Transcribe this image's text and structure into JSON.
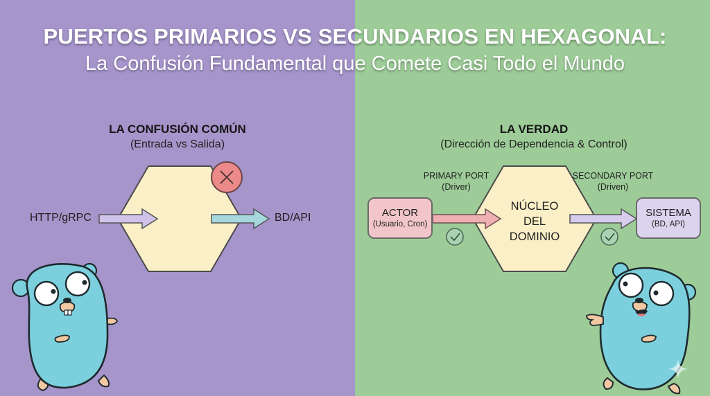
{
  "title": {
    "main": "PUERTOS PRIMARIOS VS SECUNDARIOS EN HEXAGONAL:",
    "sub": "La Confusión Fundamental que Comete Casi Todo el Mundo"
  },
  "colors": {
    "left_bg": "#a595cb",
    "right_bg": "#9dcc98",
    "hexagon_fill": "#fbefc7",
    "outline": "#4a4a4a",
    "error_circle": "#ec8a8a",
    "check_circle": "#a9d3b3",
    "arrow_purple": "#cfc3ea",
    "arrow_teal": "#a6d8de",
    "arrow_pink": "#efb0b4",
    "gopher_body": "#7ccfdd"
  },
  "left": {
    "heading": "LA CONFUSIÓN COMÚN",
    "subheading": "(Entrada vs Salida)",
    "input_label": "HTTP/gRPC",
    "output_label": "BD/API",
    "status_icon": "x-circle-icon"
  },
  "right": {
    "heading": "LA VERDAD",
    "subheading": "(Dirección de Dependencia & Control)",
    "primary_port": {
      "label": "PRIMARY PORT",
      "role": "(Driver)",
      "status_icon": "check-circle-icon"
    },
    "secondary_port": {
      "label": "SECONDARY PORT",
      "role": "(Driven)",
      "status_icon": "check-circle-icon"
    },
    "actor": {
      "title": "ACTOR",
      "sub": "(Usuario, Cron)"
    },
    "core": {
      "line1": "NÚCLEO",
      "line2": "DEL",
      "line3": "DOMINIO"
    },
    "system": {
      "title": "SISTEMA",
      "sub": "(BD, API)"
    }
  },
  "mascots": {
    "left": "gopher-mascot",
    "right": "gopher-mascot-pointing"
  },
  "watermark": "sparkle-icon"
}
